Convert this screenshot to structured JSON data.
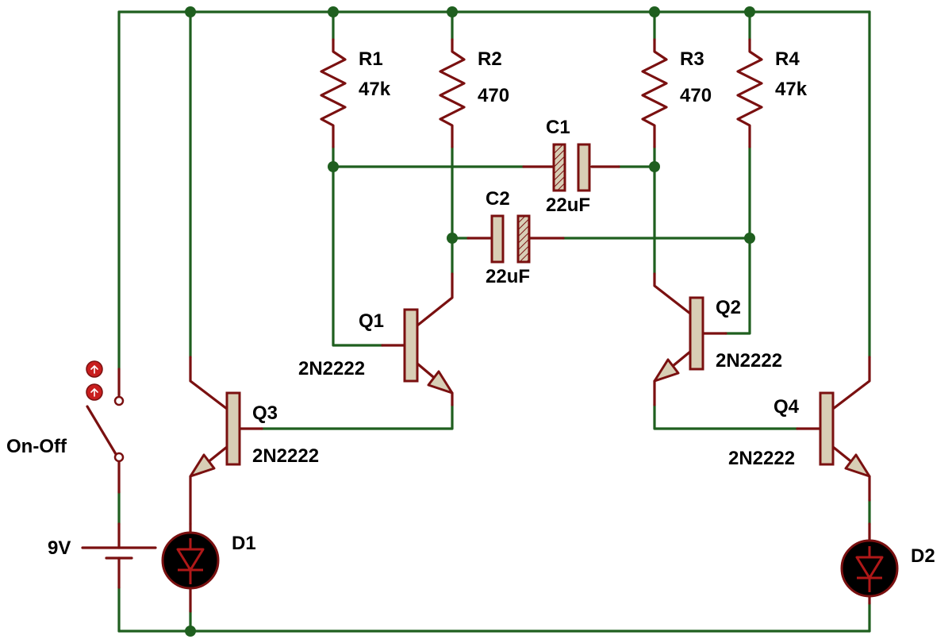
{
  "components": {
    "r1": {
      "name": "R1",
      "value": "47k"
    },
    "r2": {
      "name": "R2",
      "value": "470"
    },
    "r3": {
      "name": "R3",
      "value": "470"
    },
    "r4": {
      "name": "R4",
      "value": "47k"
    },
    "c1": {
      "name": "C1",
      "value": "22uF"
    },
    "c2": {
      "name": "C2",
      "value": "22uF"
    },
    "q1": {
      "name": "Q1",
      "part": "2N2222"
    },
    "q2": {
      "name": "Q2",
      "part": "2N2222"
    },
    "q3": {
      "name": "Q3",
      "part": "2N2222"
    },
    "q4": {
      "name": "Q4",
      "part": "2N2222"
    },
    "d1": {
      "name": "D1"
    },
    "d2": {
      "name": "D2"
    },
    "switch": {
      "name": "On-Off"
    },
    "battery": {
      "name": "9V"
    }
  },
  "colors": {
    "wire": "#1f5f1f",
    "component_lead": "#7a1010",
    "component_body": "#d8ceb5",
    "led_body": "#000000"
  }
}
